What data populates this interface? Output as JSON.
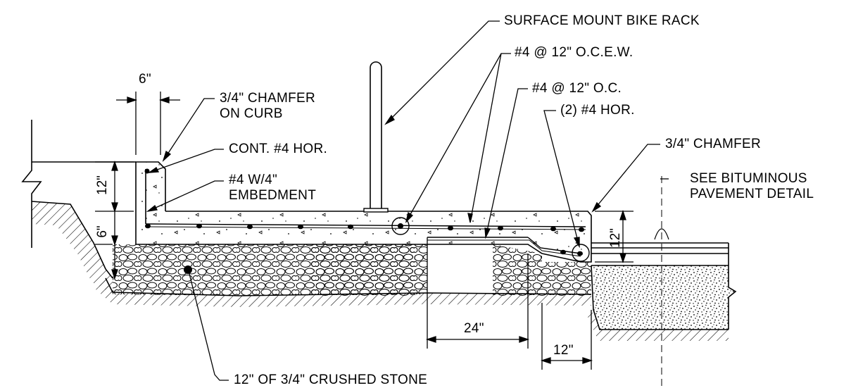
{
  "diagram": {
    "callouts": {
      "bike_rack": "SURFACE MOUNT BIKE RACK",
      "rebar_ocew": "#4 @ 12\" O.C.E.W.",
      "rebar_oc": "#4 @ 12\" O.C.",
      "hor_bars": "(2) #4 HOR.",
      "chamfer_curb_line1": "3/4\" CHAMFER",
      "chamfer_curb_line2": "ON CURB",
      "cont_hor": "CONT. #4 HOR.",
      "embed_line1": "#4 W/4\"",
      "embed_line2": "EMBEDMENT",
      "chamfer_slab": "3/4\" CHAMFER",
      "bituminous_line1": "SEE BITUMINOUS",
      "bituminous_line2": "PAVEMENT DETAIL",
      "crushed_stone": "12\" OF 3/4\" CRUSHED STONE"
    },
    "dimensions": {
      "curb_width": "6\"",
      "curb_height": "12\"",
      "soil_depth": "6\"",
      "slab_edge_depth": "12\"",
      "thickened_width": "24\"",
      "edge_width": "12\""
    }
  }
}
